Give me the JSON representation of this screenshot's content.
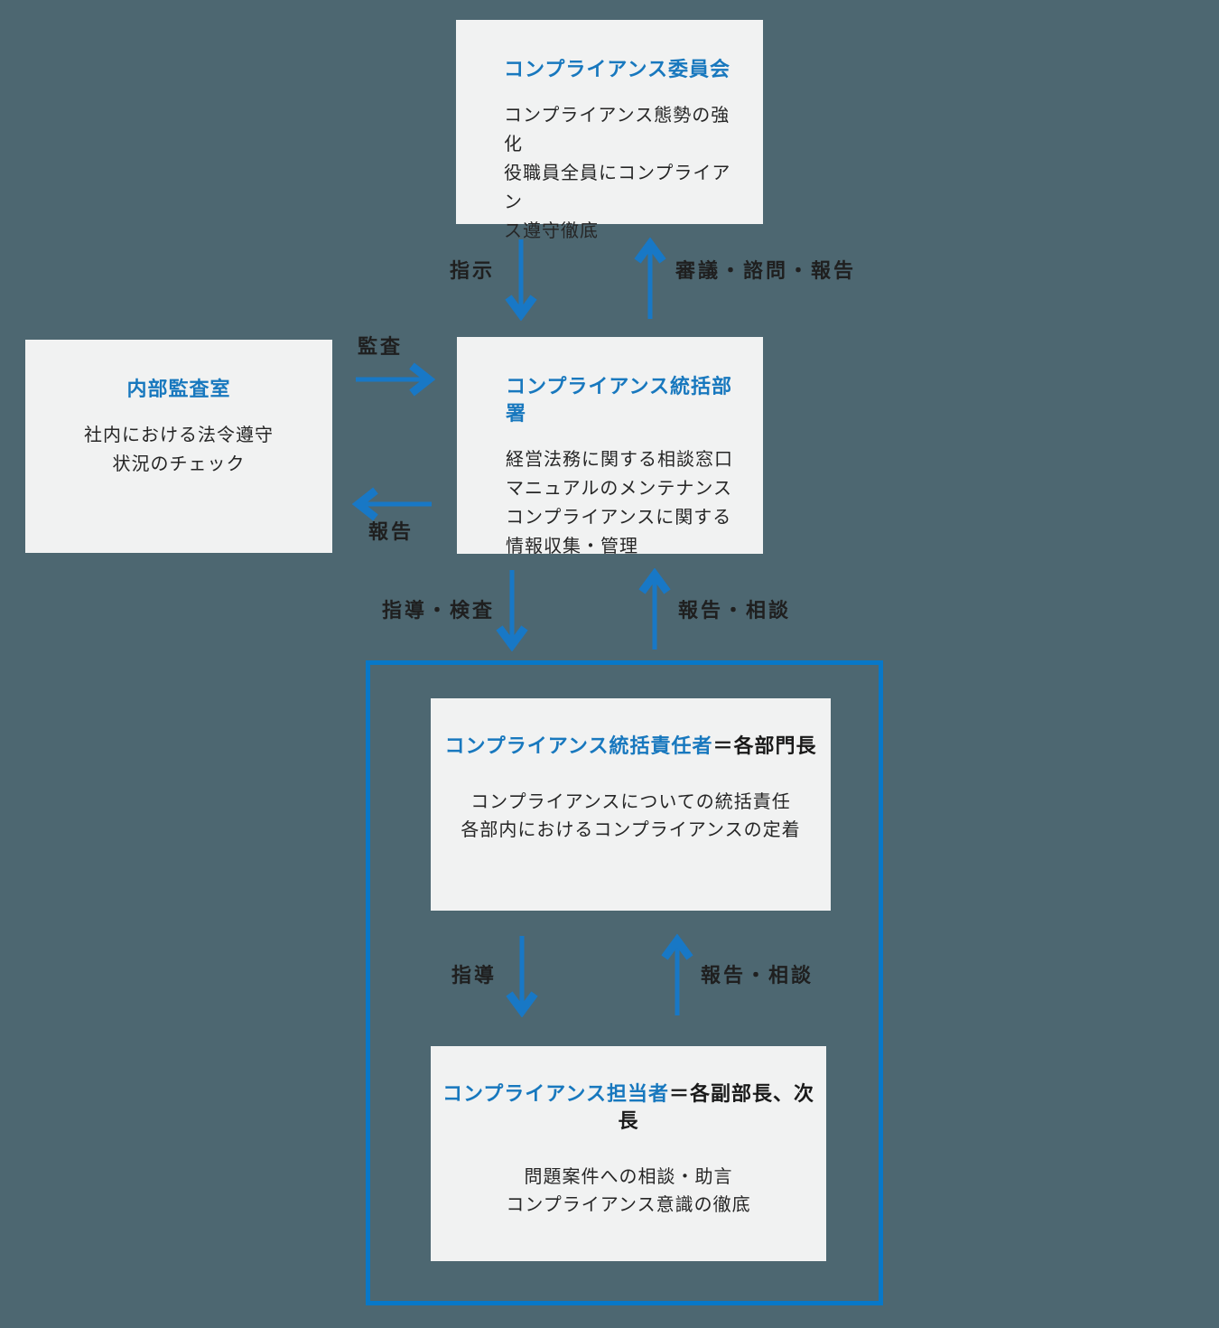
{
  "colors": {
    "background": "#4d6771",
    "box_fill": "#f1f2f2",
    "heading_blue": "#1878be",
    "arrow_blue": "#1878c6",
    "container_border": "#0878c8",
    "body_text": "#262626",
    "label_text": "#1f1f1f"
  },
  "boxes": {
    "committee": {
      "title": "コンプライアンス委員会",
      "lines": [
        "コンプライアンス態勢の強化",
        "役職員全員にコンプライアン",
        "ス遵守徹底"
      ]
    },
    "internal_audit": {
      "title": "内部監査室",
      "lines": [
        "社内における法令遵守",
        "状況のチェック"
      ]
    },
    "control_department": {
      "title": "コンプライアンス統括部署",
      "lines": [
        "経営法務に関する相談窓口",
        "マニュアルのメンテナンス",
        "コンプライアンスに関する",
        "情報収集・管理"
      ]
    },
    "control_manager": {
      "title_blue": "コンプライアンス統括責任者",
      "title_black": "＝各部門長",
      "lines": [
        "コンプライアンスについての統括責任",
        "各部内におけるコンプライアンスの定着"
      ]
    },
    "staff": {
      "title_blue": "コンプライアンス担当者",
      "title_black": "＝各副部長、次長",
      "lines": [
        "問題案件への相談・助言",
        "コンプライアンス意識の徹底"
      ]
    }
  },
  "arrow_labels": {
    "instruction": "指示",
    "deliberation_consultation_report": "審議・諮問・報告",
    "audit": "監査",
    "report": "報告",
    "guidance_inspection": "指導・検査",
    "report_consultation_upper": "報告・相談",
    "guidance": "指導",
    "report_consultation_lower": "報告・相談"
  }
}
